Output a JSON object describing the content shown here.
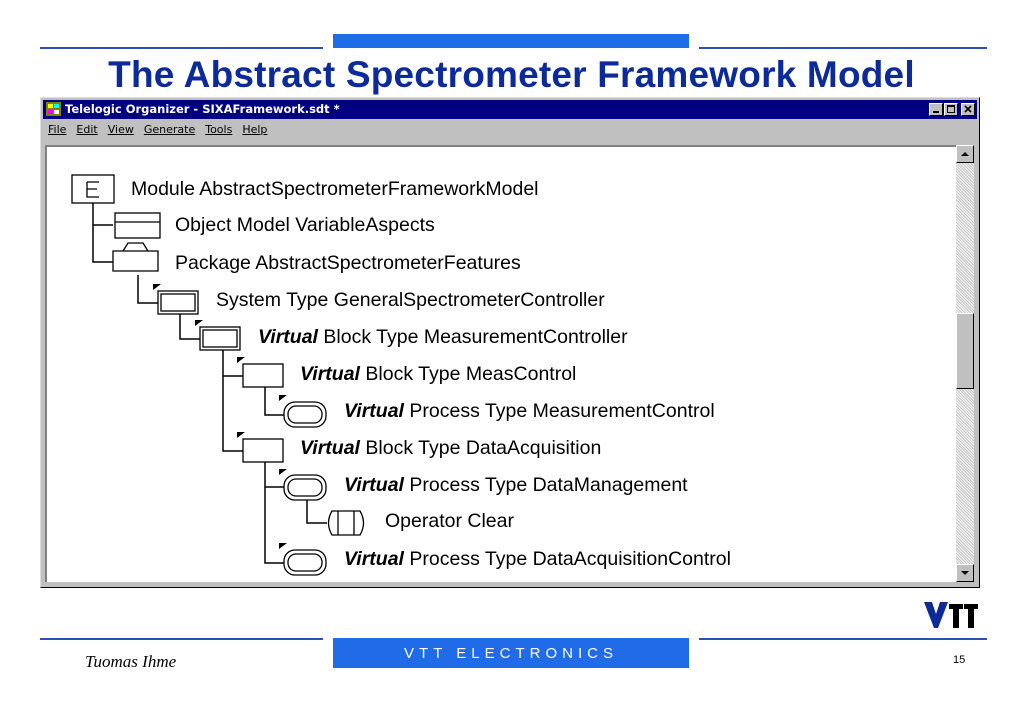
{
  "slide": {
    "title": "The Abstract Spectrometer Framework Model",
    "author": "Tuomas Ihme",
    "footer": "VTT ELECTRONICS",
    "page_number": "15",
    "logo": "VTT"
  },
  "window": {
    "title": "Telelogic Organizer - SIXAFramework.sdt *",
    "menu": [
      "File",
      "Edit",
      "View",
      "Generate",
      "Tools",
      "Help"
    ],
    "caption_buttons": [
      "minimize",
      "maximize",
      "close"
    ]
  },
  "tree": [
    {
      "prefix": "",
      "text": "Module AbstractSpectrometerFrameworkModel",
      "icon": "module-icon"
    },
    {
      "prefix": "",
      "text": "Object Model VariableAspects",
      "icon": "object-model-icon"
    },
    {
      "prefix": "",
      "text": "Package AbstractSpectrometerFeatures",
      "icon": "package-icon"
    },
    {
      "prefix": "",
      "text": "System Type GeneralSpectrometerController",
      "icon": "system-type-icon"
    },
    {
      "prefix": "Virtual",
      "text": " Block Type MeasurementController",
      "icon": "block-type-icon"
    },
    {
      "prefix": "Virtual",
      "text": " Block Type MeasControl",
      "icon": "block-type-icon"
    },
    {
      "prefix": "Virtual",
      "text": " Process Type MeasurementControl",
      "icon": "process-type-icon"
    },
    {
      "prefix": "Virtual",
      "text": " Block Type DataAcquisition",
      "icon": "block-type-icon"
    },
    {
      "prefix": "Virtual",
      "text": " Process Type DataManagement",
      "icon": "process-type-icon"
    },
    {
      "prefix": "",
      "text": "Operator Clear",
      "icon": "operator-icon"
    },
    {
      "prefix": "Virtual",
      "text": " Process Type DataAcquisitionControl",
      "icon": "process-type-icon"
    }
  ],
  "colors": {
    "slide_title": "#0d2a9a",
    "accent_blue": "#1f6be8",
    "rule_blue": "#2b4fb8",
    "window_titlebar": "#000080"
  }
}
